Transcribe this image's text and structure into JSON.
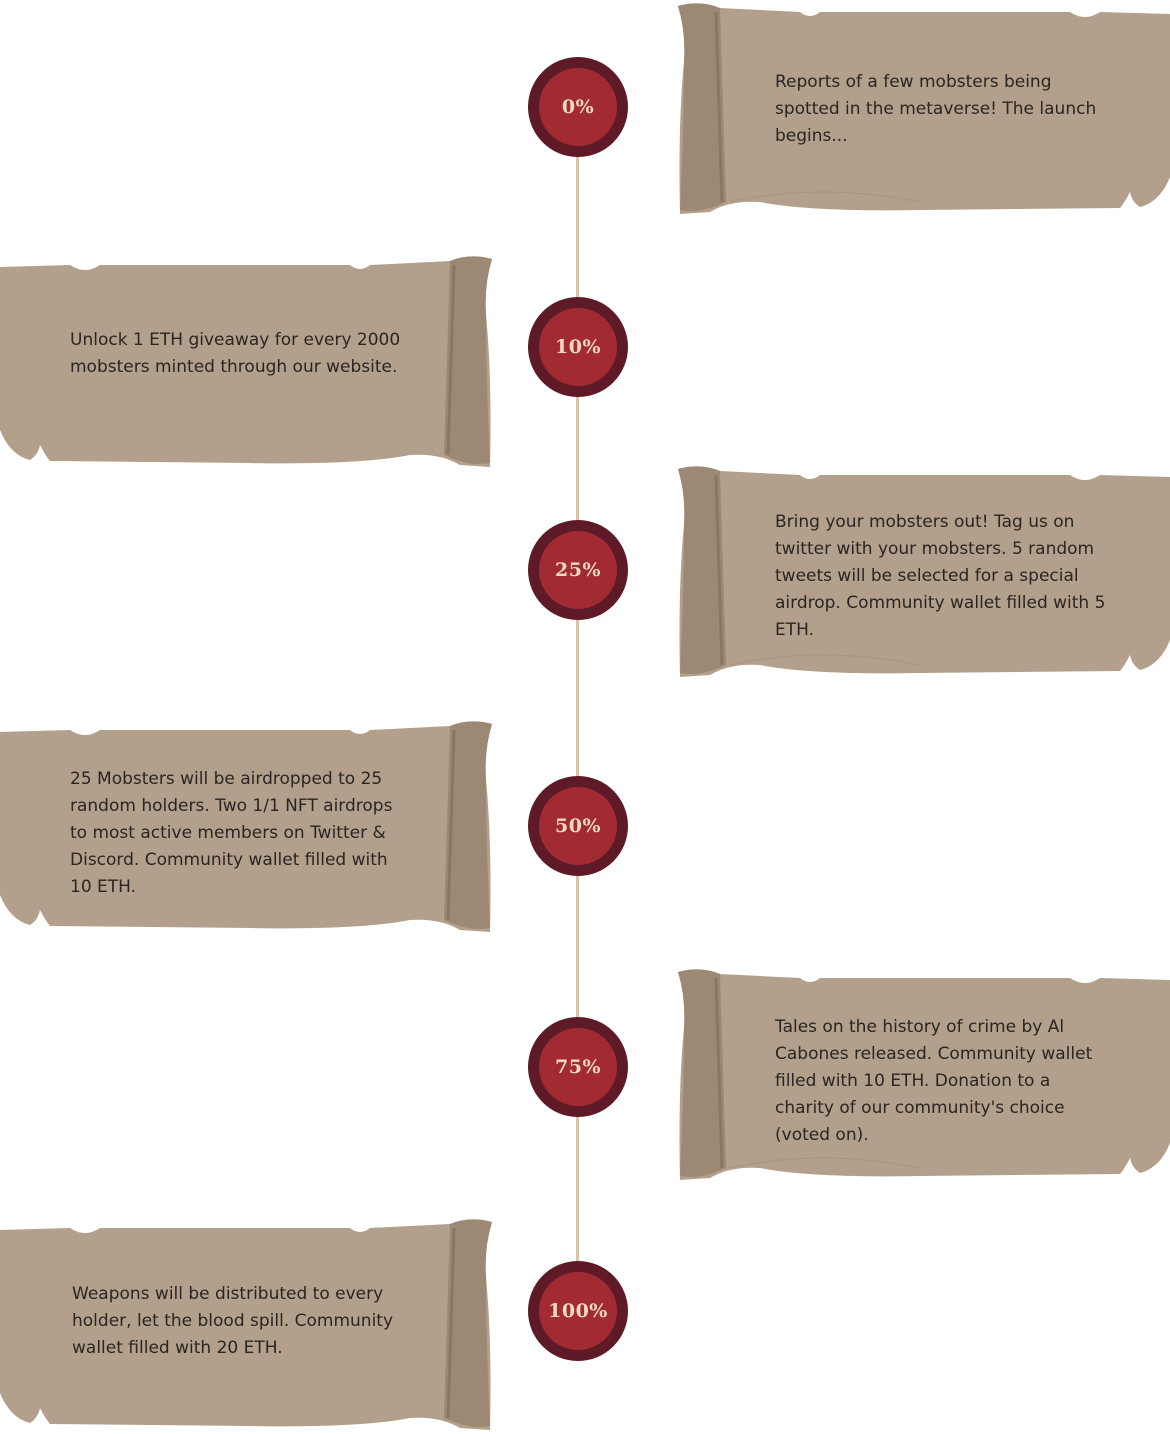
{
  "roadmap": {
    "colors": {
      "badge_outer": "#5e1a26",
      "badge_inner": "#a22a33",
      "badge_text": "#f1d8c2",
      "line": "#dcc2aa",
      "parchment": "#b3a08c",
      "parchment_shade": "#9c8873",
      "text": "#2a2522"
    },
    "milestones": [
      {
        "percent": "0%",
        "text": "Reports of a few mobsters being spotted in the metaverse! The launch begins..."
      },
      {
        "percent": "10%",
        "text": "Unlock 1 ETH giveaway for every 2000 mobsters minted through our website."
      },
      {
        "percent": "25%",
        "text": "Bring your mobsters out! Tag us on twitter with your mobsters. 5 random tweets will be selected for a special airdrop. Community wallet filled with 5 ETH."
      },
      {
        "percent": "50%",
        "text": "25 Mobsters will be airdropped to 25 random holders. Two 1/1 NFT airdrops to most active members on Twitter & Discord. Community wallet filled with 10 ETH."
      },
      {
        "percent": "75%",
        "text": "Tales on the history of crime by Al Cabones released. Community wallet filled with 10 ETH. Donation to a charity of our community's choice (voted on)."
      },
      {
        "percent": "100%",
        "text": "Weapons will be distributed to every holder, let the blood spill. Community wallet filled with 20 ETH."
      }
    ]
  }
}
